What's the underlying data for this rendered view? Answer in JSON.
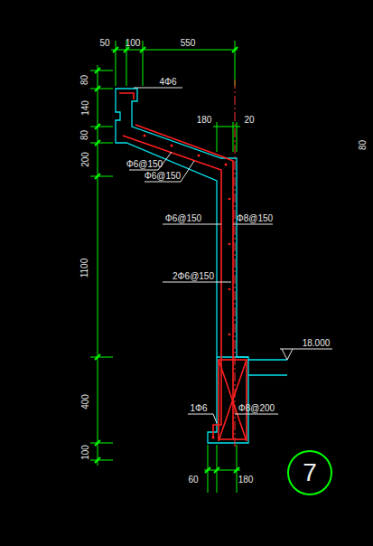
{
  "diagram": {
    "nodes": [
      {
        "text": [
          "7"
        ]
      }
    ],
    "labels": [
      "50",
      "100",
      "550",
      "80",
      "140",
      "80",
      "200",
      "1100",
      "400",
      "100",
      "4Φ6",
      "180",
      "20",
      "Φ6@150",
      "Φ6@150",
      "Φ6@150",
      "Φ8@150",
      "2Φ6@150",
      "18.000",
      "1Φ6",
      "Φ8@200",
      "60",
      "180",
      "80"
    ]
  }
}
